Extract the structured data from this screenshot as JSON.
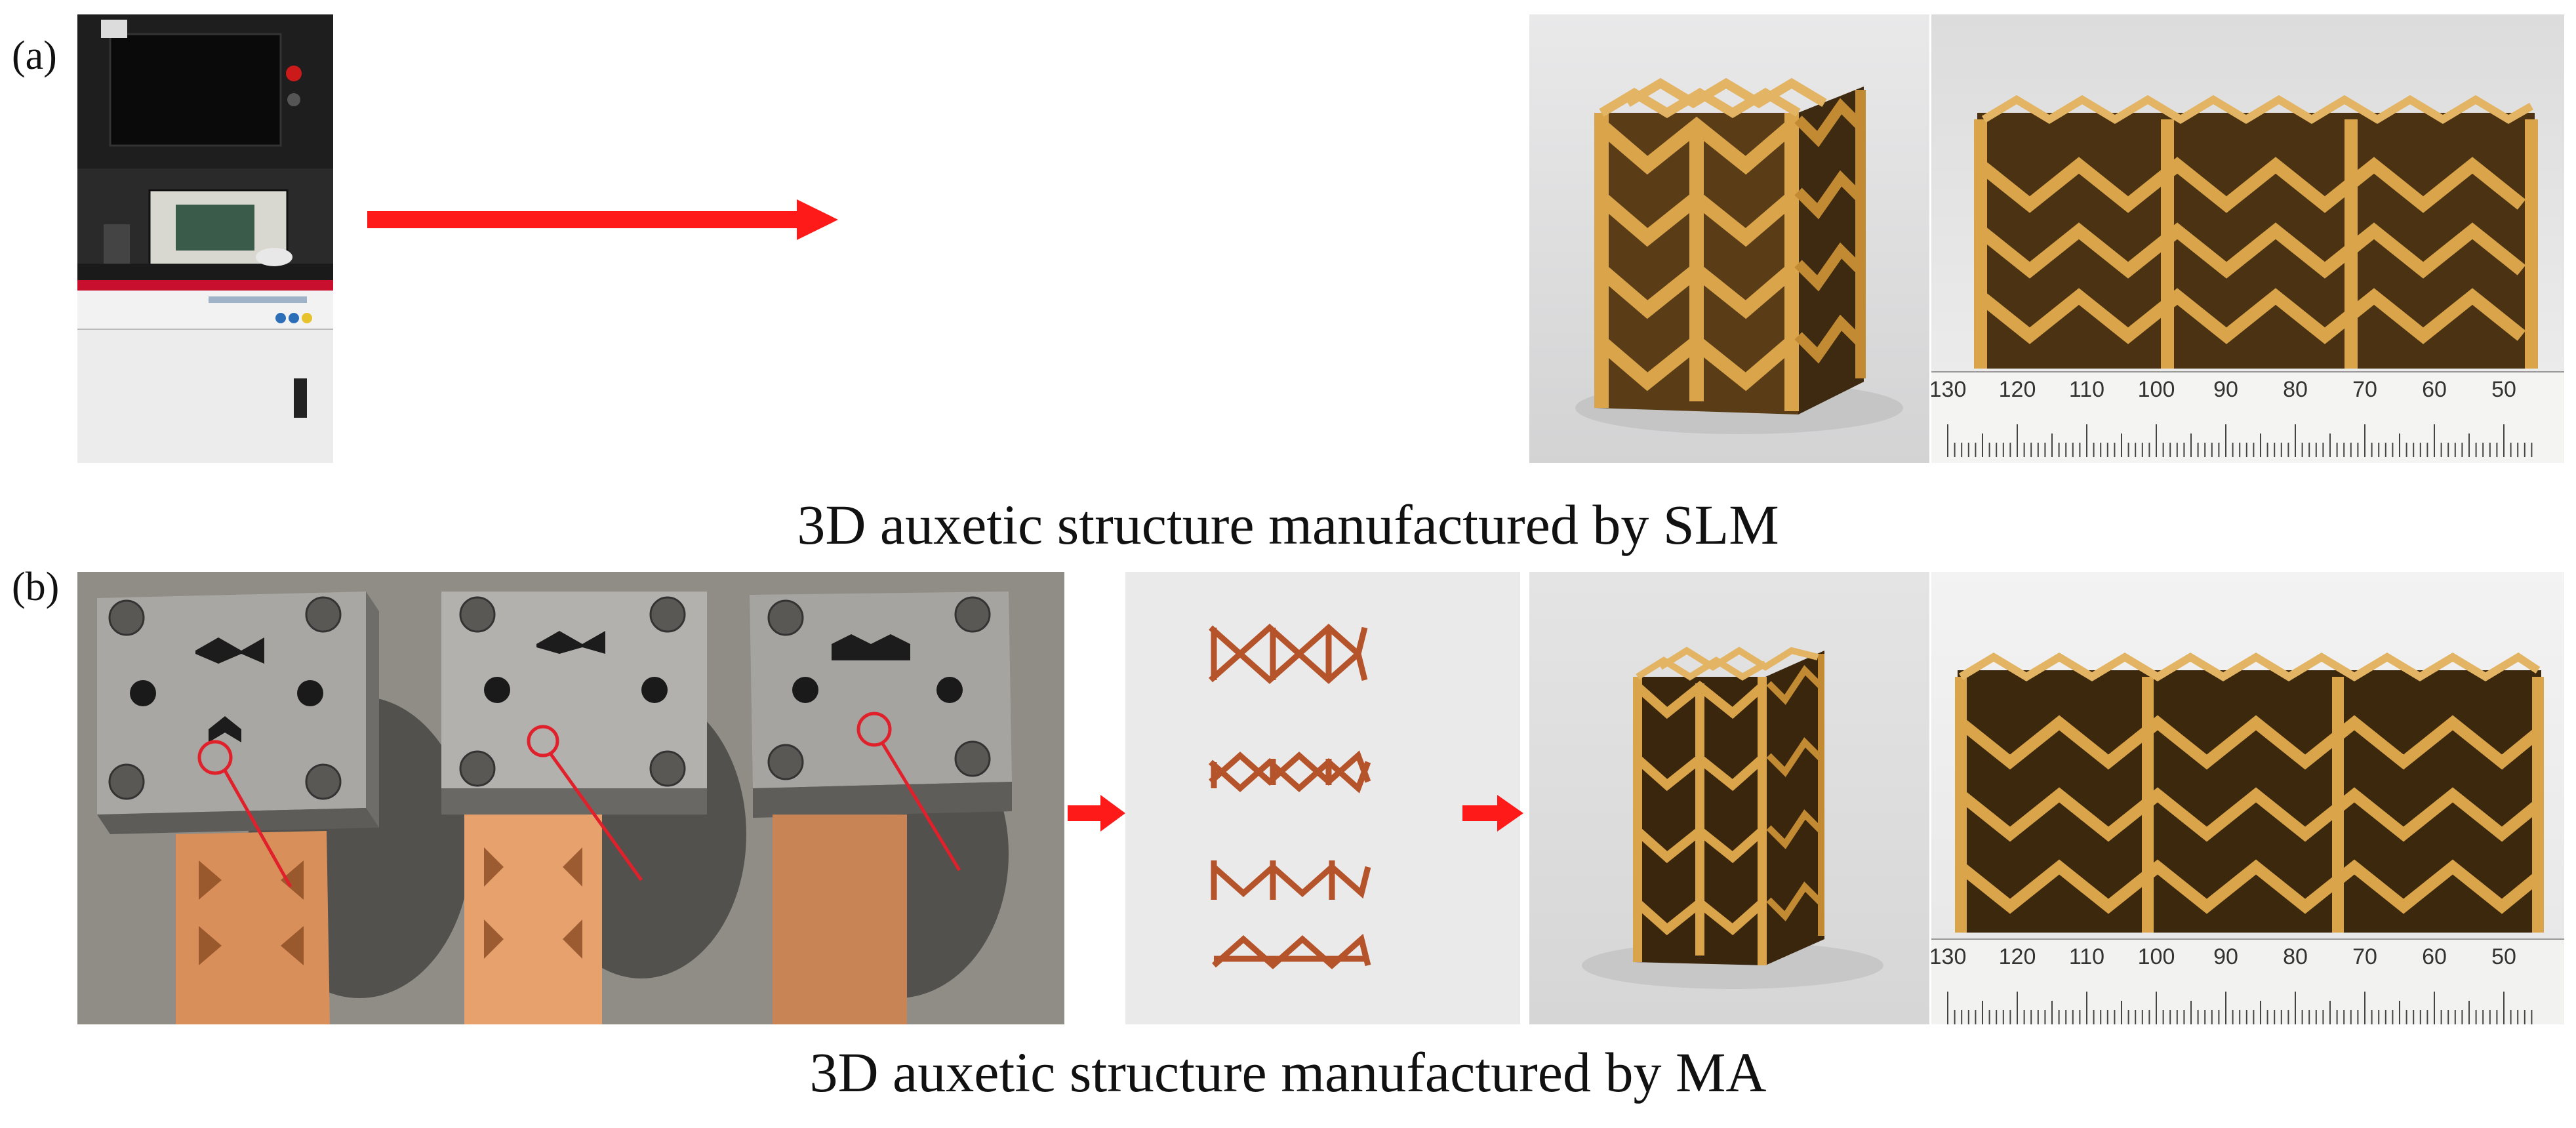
{
  "panel_a": {
    "label": "(a)",
    "caption": "3D auxetic structure manufactured by SLM",
    "ruler_numbers": [
      "130",
      "120",
      "110",
      "100",
      "90",
      "80",
      "70",
      "60",
      "50"
    ]
  },
  "panel_b": {
    "label": "(b)",
    "caption": "3D auxetic structure manufactured by MA",
    "ruler_numbers": [
      "130",
      "120",
      "110",
      "100",
      "90",
      "80",
      "70",
      "60",
      "50"
    ]
  },
  "colors": {
    "arrow": "#ff1a1a",
    "gold": "#d9a44a",
    "copper": "#b5532a",
    "highlight_circle": "#e0202a"
  }
}
